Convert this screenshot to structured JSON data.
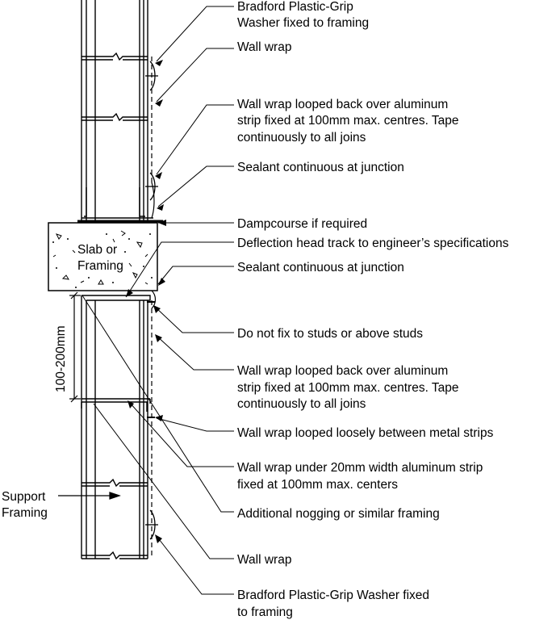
{
  "callouts": [
    {
      "lines": [
        "Bradford Plastic-Grip",
        "Washer fixed to framing"
      ]
    },
    {
      "lines": [
        "Wall wrap"
      ]
    },
    {
      "lines": [
        "Wall wrap looped back over aluminum",
        "strip fixed at 100mm  max. centres. Tape",
        "continuously to all joins"
      ]
    },
    {
      "lines": [
        "Sealant continuous at junction"
      ]
    },
    {
      "lines": [
        "Dampcourse if required"
      ]
    },
    {
      "lines": [
        "Deflection head track to engineer’s specifications"
      ]
    },
    {
      "lines": [
        "Sealant continuous at junction"
      ]
    },
    {
      "lines": [
        "Do not fix to studs or above studs"
      ]
    },
    {
      "lines": [
        "Wall wrap looped back over aluminum",
        "strip fixed at 100mm max. centres. Tape",
        "continuously to all joins"
      ]
    },
    {
      "lines": [
        "Wall wrap looped loosely between metal strips"
      ]
    },
    {
      "lines": [
        "Wall wrap under 20mm width aluminum strip",
        "fixed at 100mm max. centers"
      ]
    },
    {
      "lines": [
        "Additional nogging or similar framing"
      ]
    },
    {
      "lines": [
        "Wall wrap"
      ]
    },
    {
      "lines": [
        "Bradford Plastic-Grip Washer fixed",
        "to framing"
      ]
    }
  ],
  "slab": {
    "line1": "Slab or",
    "line2": "Framing"
  },
  "support": {
    "line1": "Support",
    "line2": "Framing"
  },
  "dimension": {
    "label": "100-200mm"
  }
}
